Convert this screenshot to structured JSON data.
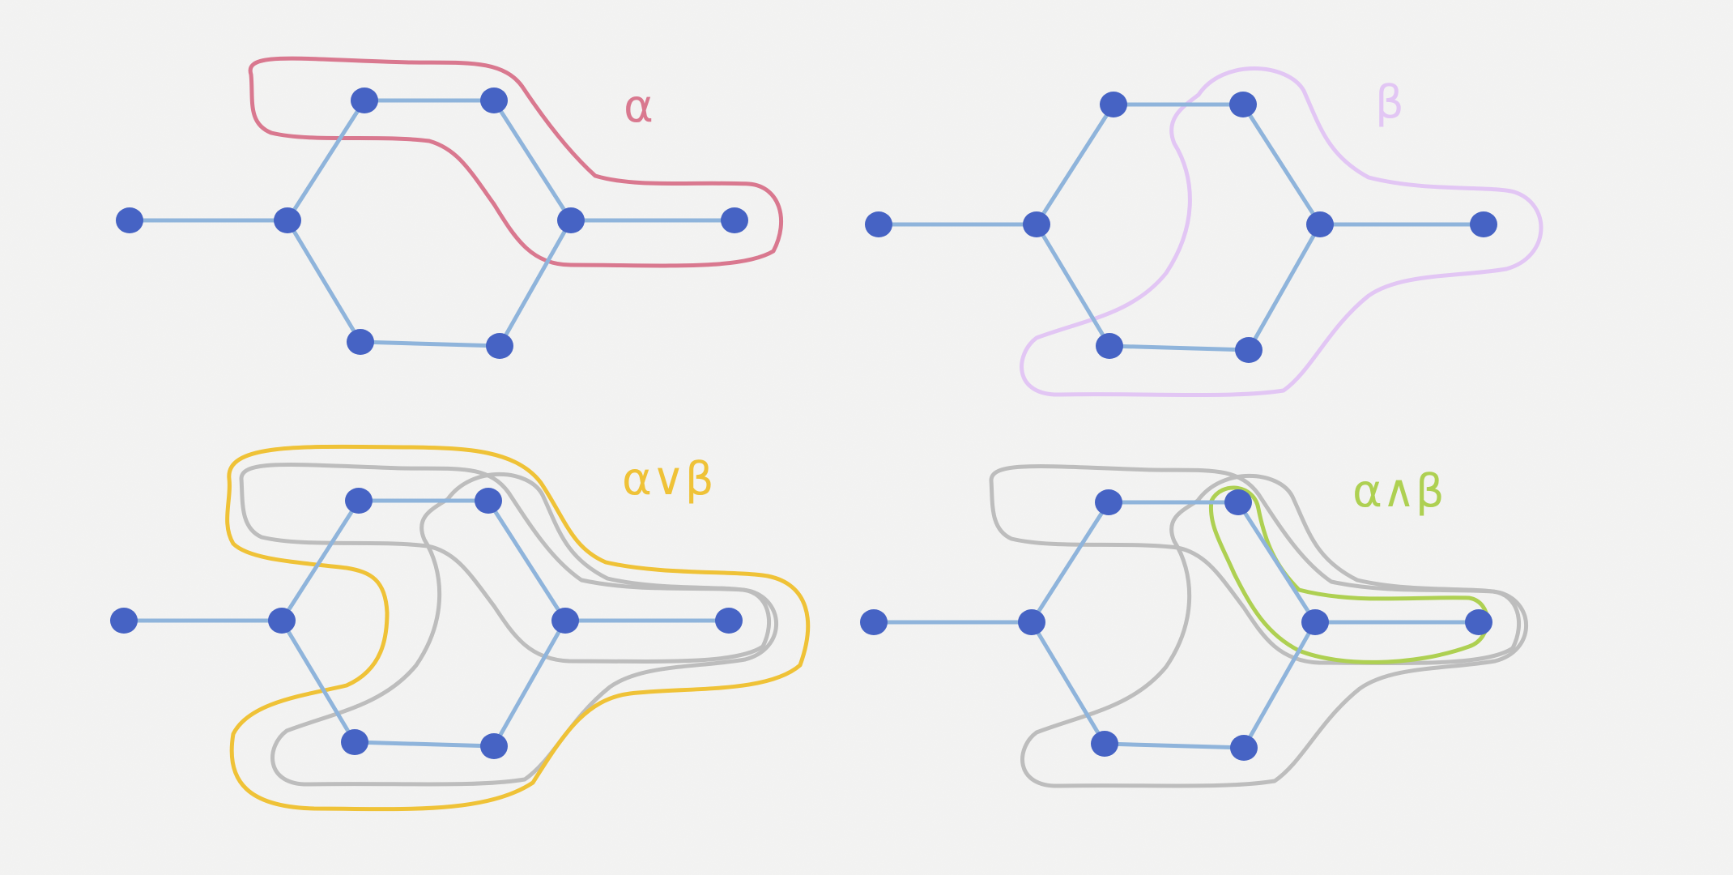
{
  "labels": {
    "alpha": "α",
    "beta": "β",
    "alpha_or_beta": "α∨β",
    "alpha_and_beta": "α∧β"
  },
  "colors": {
    "background": "#f4f4f3",
    "node": "#4663c4",
    "edge": "#8fb4db",
    "alpha": "#d9788f",
    "beta": "#e2c6f4",
    "or": "#efc237",
    "and": "#aed052",
    "gray": "#bdbdbd"
  },
  "graph": {
    "nodes": [
      "tail",
      "left",
      "top-left",
      "top-right",
      "right",
      "pendant",
      "bottom-right",
      "bottom-left"
    ],
    "edges": [
      [
        "tail",
        "left"
      ],
      [
        "left",
        "top-left"
      ],
      [
        "top-left",
        "top-right"
      ],
      [
        "top-right",
        "right"
      ],
      [
        "right",
        "pendant"
      ],
      [
        "right",
        "bottom-right"
      ],
      [
        "bottom-right",
        "bottom-left"
      ],
      [
        "bottom-left",
        "left"
      ]
    ]
  },
  "panels": [
    {
      "id": "alpha",
      "label_key": "alpha",
      "outlines": [
        {
          "color_key": "alpha",
          "shape": "alpha"
        }
      ]
    },
    {
      "id": "beta",
      "label_key": "beta",
      "outlines": [
        {
          "color_key": "beta",
          "shape": "beta"
        }
      ]
    },
    {
      "id": "or",
      "label_key": "alpha_or_beta",
      "outlines": [
        {
          "color_key": "gray",
          "shape": "alpha-gray"
        },
        {
          "color_key": "gray",
          "shape": "beta-gray"
        },
        {
          "color_key": "or",
          "shape": "or"
        }
      ]
    },
    {
      "id": "and",
      "label_key": "alpha_and_beta",
      "outlines": [
        {
          "color_key": "gray",
          "shape": "alpha-gray"
        },
        {
          "color_key": "gray",
          "shape": "beta-gray"
        },
        {
          "color_key": "and",
          "shape": "and"
        }
      ]
    }
  ]
}
